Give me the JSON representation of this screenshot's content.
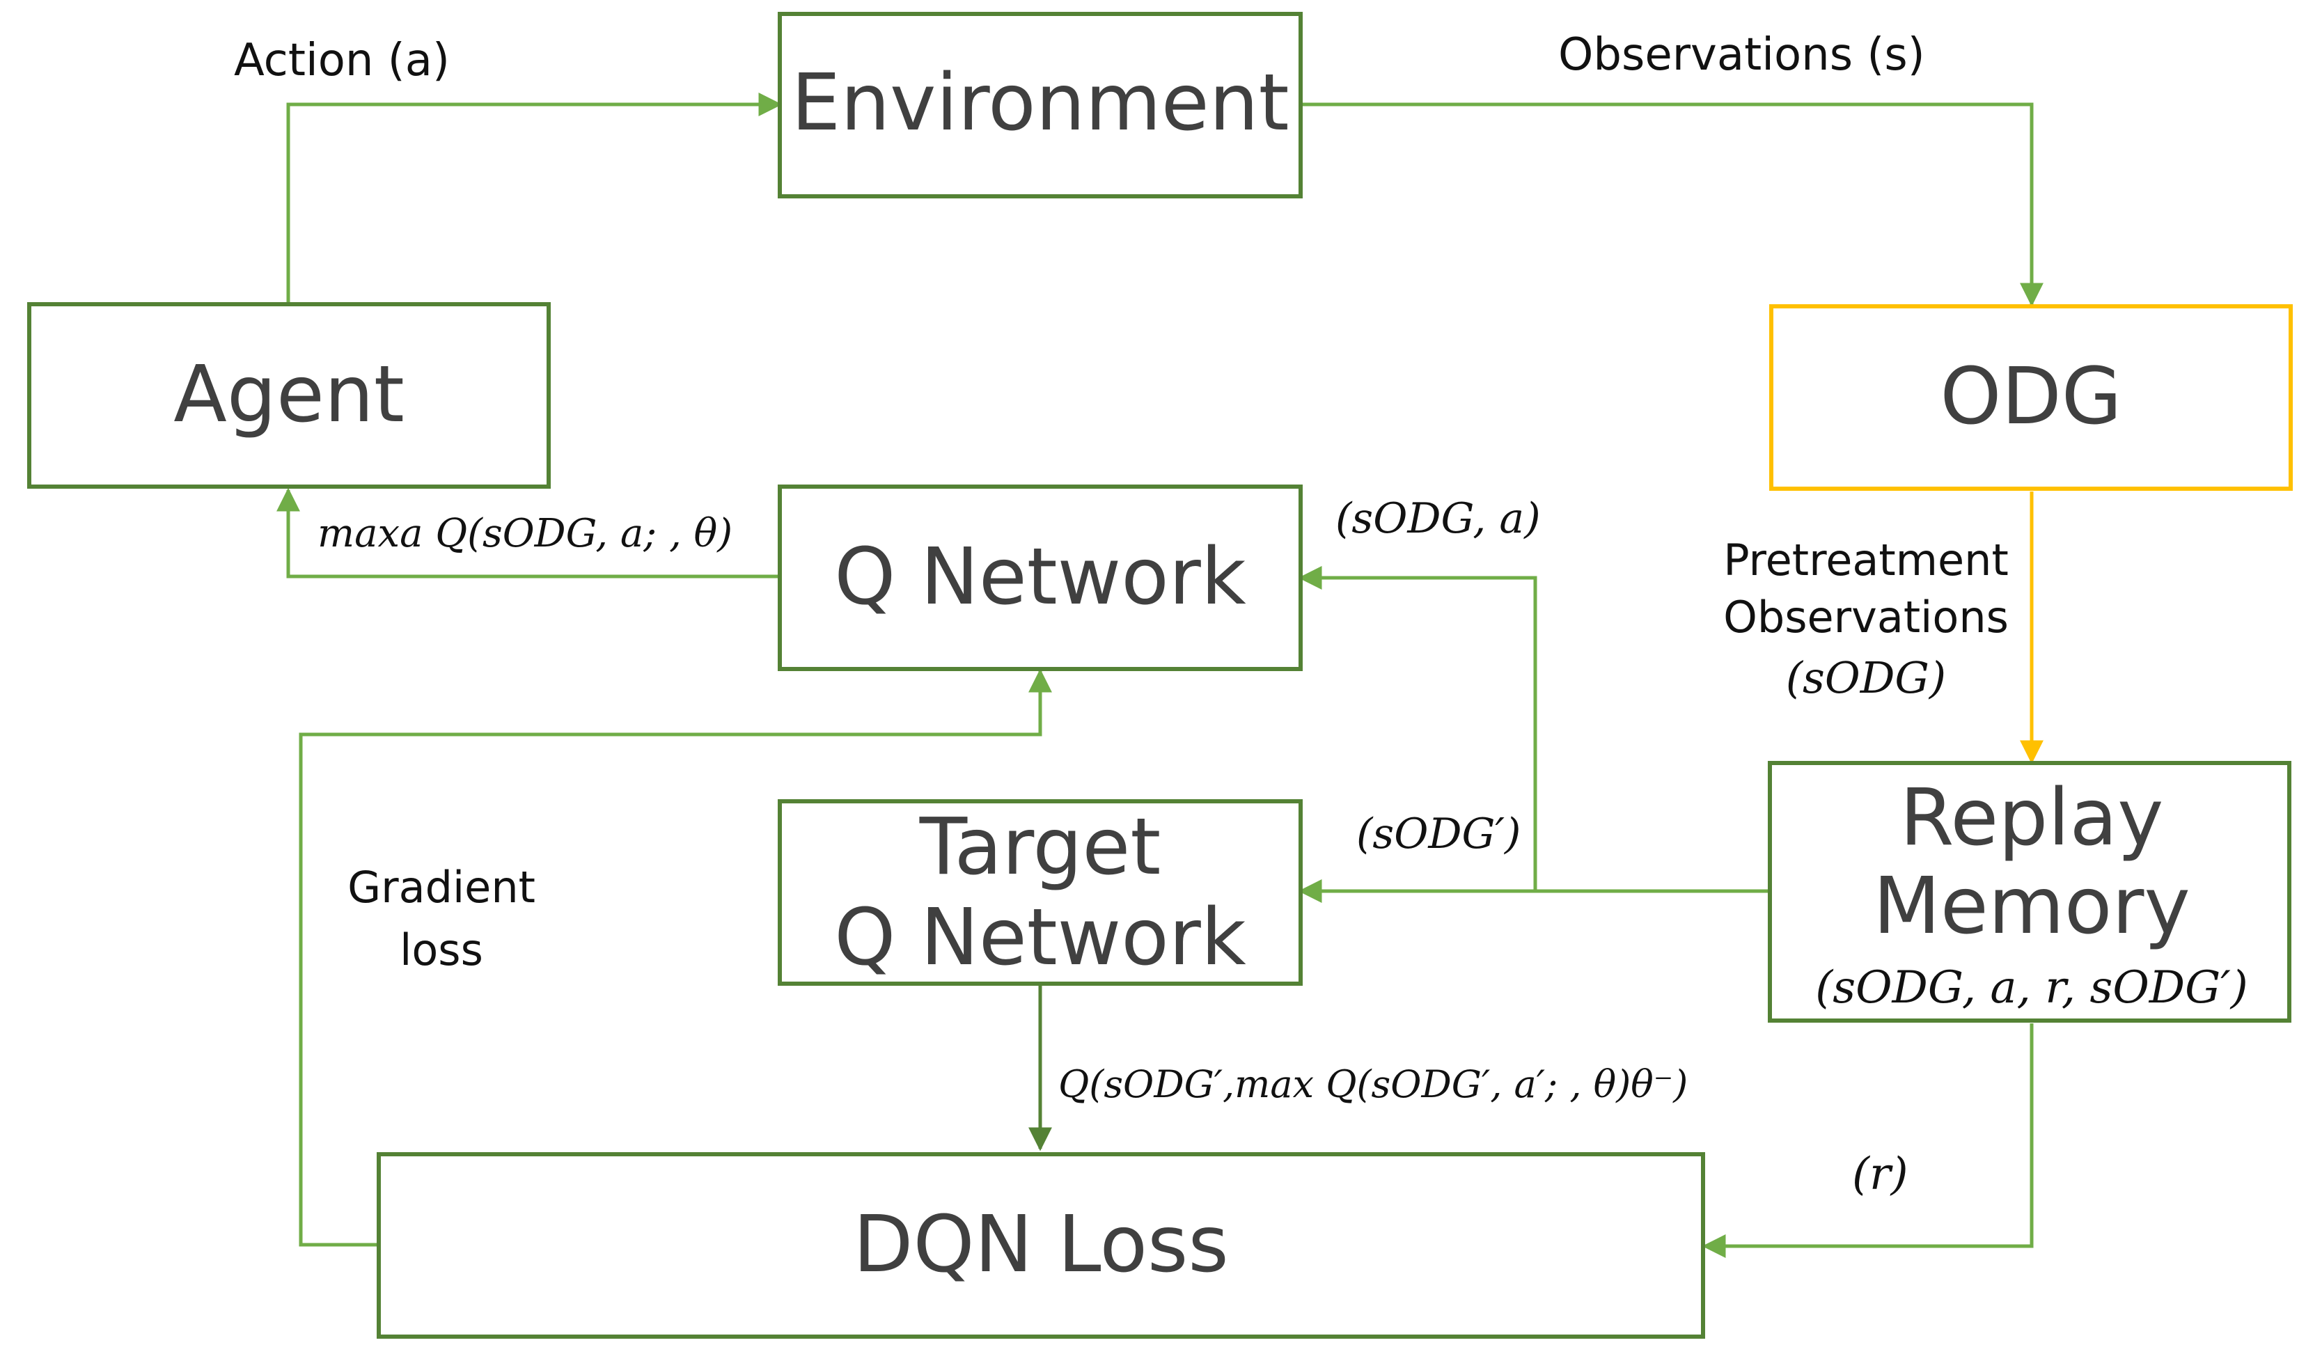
{
  "colors": {
    "box_green": "#548235",
    "box_yellow": "#FFC000",
    "arrow_green": "#70AD47",
    "arrow_dark_green": "#548235",
    "arrow_yellow": "#FFC000",
    "box_text": "#404040"
  },
  "boxes": {
    "environment": "Environment",
    "agent": "Agent",
    "odg": "ODG",
    "q_network": "Q Network",
    "target_q_network_line1": "Target",
    "target_q_network_line2": "Q Network",
    "replay_memory_line1": "Replay",
    "replay_memory_line2": "Memory",
    "replay_memory_tuple": "(sODG, a, r, sODG′)",
    "dqn_loss": "DQN Loss"
  },
  "edges": {
    "action": "Action (a)",
    "observations": "Observations (s)",
    "pretreatment_line1": "Pretreatment",
    "pretreatment_line2": "Observations",
    "pretreatment_line3": "(sODG)",
    "max_q": "maxa Q(sODG, a; , θ)",
    "state_action": "(sODG, a)",
    "next_state": "(sODG′)",
    "gradient_line1": "Gradient",
    "gradient_line2": "loss",
    "target_q": "Q(sODG′,max Q(sODG′, a′; , θ)θ⁻)",
    "reward": "(r)"
  }
}
